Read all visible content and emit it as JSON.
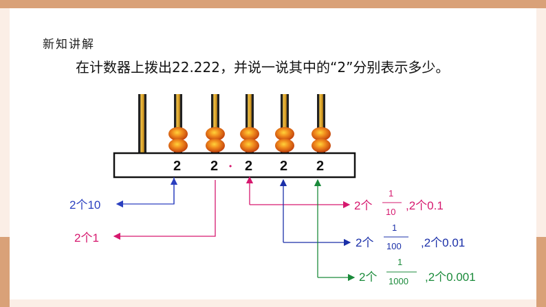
{
  "section_label": "新知讲解",
  "question": "在计数器上拨出22.222，并说一说其中的“2”分别表示多少。",
  "abacus": {
    "digits": [
      "2",
      "2",
      "2",
      "2",
      "2"
    ],
    "decimal_point": "•"
  },
  "annotations": {
    "tens": "2个10",
    "ones": "2个1",
    "tenths_prefix": "2个",
    "tenths_num": "1",
    "tenths_den": "10",
    "tenths_suffix": ",2个0.1",
    "hundredths_prefix": "2个",
    "hundredths_num": "1",
    "hundredths_den": "100",
    "hundredths_suffix": ",2个0.01",
    "thousandths_prefix": "2个",
    "thousandths_num": "1",
    "thousandths_den": "1000",
    "thousandths_suffix": ",2个0.001"
  },
  "colors": {
    "frame": "#d9a178",
    "frame_light": "#fbeee6",
    "blue": "#2a3fbf",
    "pink": "#d6186e",
    "navy": "#1a2fa8",
    "green": "#1a8a3a",
    "rod": "#d8a526",
    "bead": "#e0681a"
  }
}
